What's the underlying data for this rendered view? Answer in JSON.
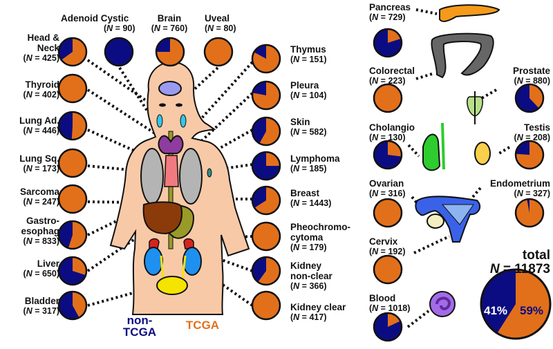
{
  "colors": {
    "tcga": "#E2701B",
    "non_tcga": "#0C0C82",
    "outline": "#111111",
    "skin": "#F8C9A6"
  },
  "legend": {
    "non_tcga_line1": "non-",
    "non_tcga_line2": "TCGA",
    "tcga": "TCGA"
  },
  "total": {
    "label": "total",
    "n_text": "N = 11873",
    "n_italic": "N",
    "n_value": "= 11873",
    "non_tcga_pct": "41%",
    "tcga_pct": "59%"
  },
  "chart_data": {
    "type": "pie",
    "title": "",
    "description": "Fraction of samples from TCGA (orange) vs non-TCGA (blue) per cancer type",
    "series_names": [
      "TCGA",
      "non-TCGA"
    ],
    "pies": [
      {
        "name": "Head & Neck",
        "n": 425,
        "tcga_fraction": 0.65
      },
      {
        "name": "Adenoid Cystic",
        "n": 90,
        "tcga_fraction": 0.0
      },
      {
        "name": "Brain",
        "n": 760,
        "tcga_fraction": 0.75
      },
      {
        "name": "Uveal",
        "n": 80,
        "tcga_fraction": 1.0
      },
      {
        "name": "Thyroid",
        "n": 402,
        "tcga_fraction": 1.0
      },
      {
        "name": "Lung Ad.",
        "n": 446,
        "tcga_fraction": 0.51
      },
      {
        "name": "Lung Sq.",
        "n": 173,
        "tcga_fraction": 1.0
      },
      {
        "name": "Sarcoma",
        "n": 247,
        "tcga_fraction": 1.0
      },
      {
        "name": "Gastro-esophag",
        "n": 833,
        "tcga_fraction": 0.55
      },
      {
        "name": "Liver",
        "n": 650,
        "tcga_fraction": 0.3
      },
      {
        "name": "Bladder",
        "n": 317,
        "tcga_fraction": 0.42
      },
      {
        "name": "Thymus",
        "n": 151,
        "tcga_fraction": 0.83
      },
      {
        "name": "Pleura",
        "n": 104,
        "tcga_fraction": 0.78
      },
      {
        "name": "Skin",
        "n": 582,
        "tcga_fraction": 0.58
      },
      {
        "name": "Lymphoma",
        "n": 185,
        "tcga_fraction": 0.25
      },
      {
        "name": "Breast",
        "n": 1443,
        "tcga_fraction": 0.66
      },
      {
        "name": "Pheochromocytoma",
        "n": 179,
        "tcga_fraction": 1.0
      },
      {
        "name": "Kidney non-clear",
        "n": 366,
        "tcga_fraction": 0.6
      },
      {
        "name": "Kidney clear",
        "n": 417,
        "tcga_fraction": 1.0
      },
      {
        "name": "Pancreas",
        "n": 729,
        "tcga_fraction": 0.2
      },
      {
        "name": "Colorectal",
        "n": 223,
        "tcga_fraction": 1.0
      },
      {
        "name": "Prostate",
        "n": 880,
        "tcga_fraction": 0.38
      },
      {
        "name": "Cholangio",
        "n": 130,
        "tcga_fraction": 0.27
      },
      {
        "name": "Testis",
        "n": 208,
        "tcga_fraction": 0.76
      },
      {
        "name": "Ovarian",
        "n": 316,
        "tcga_fraction": 1.0
      },
      {
        "name": "Endometrium",
        "n": 327,
        "tcga_fraction": 0.97
      },
      {
        "name": "Cervix",
        "n": 192,
        "tcga_fraction": 1.0
      },
      {
        "name": "Blood",
        "n": 1018,
        "tcga_fraction": 0.18
      },
      {
        "name": "total",
        "n": 11873,
        "tcga_fraction": 0.59
      }
    ]
  },
  "labels": [
    {
      "line1": "Head &",
      "line2": "Neck",
      "n": "425"
    },
    {
      "line1": "Adenoid Cystic",
      "n": "90"
    },
    {
      "line1": "Brain",
      "n": "760"
    },
    {
      "line1": "Uveal",
      "n": "80"
    },
    {
      "line1": "Thyroid",
      "n": "402"
    },
    {
      "line1": "Lung Ad.",
      "n": "446"
    },
    {
      "line1": "Lung Sq.",
      "n": "173"
    },
    {
      "line1": "Sarcoma",
      "n": "247"
    },
    {
      "line1": "Gastro-",
      "line2": "esophag",
      "n": "833"
    },
    {
      "line1": "Liver",
      "n": "650"
    },
    {
      "line1": "Bladder",
      "n": "317"
    },
    {
      "line1": "Thymus",
      "n": "151"
    },
    {
      "line1": "Pleura",
      "n": "104"
    },
    {
      "line1": "Skin",
      "n": "582"
    },
    {
      "line1": "Lymphoma",
      "n": "185"
    },
    {
      "line1": "Breast",
      "n": "1443"
    },
    {
      "line1": "Pheochromo-",
      "line2": "cytoma",
      "n": "179"
    },
    {
      "line1": "Kidney",
      "line2": "non-clear",
      "n": "366"
    },
    {
      "line1": "Kidney clear",
      "n": "417"
    },
    {
      "line1": "Pancreas",
      "n": "729"
    },
    {
      "line1": "Colorectal",
      "n": "223"
    },
    {
      "line1": "Prostate",
      "n": "880"
    },
    {
      "line1": "Cholangio",
      "n": "130"
    },
    {
      "line1": "Testis",
      "n": "208"
    },
    {
      "line1": "Ovarian",
      "n": "316"
    },
    {
      "line1": "Endometrium",
      "n": "327"
    },
    {
      "line1": "Cervix",
      "n": "192"
    },
    {
      "line1": "Blood",
      "n": "1018"
    }
  ]
}
